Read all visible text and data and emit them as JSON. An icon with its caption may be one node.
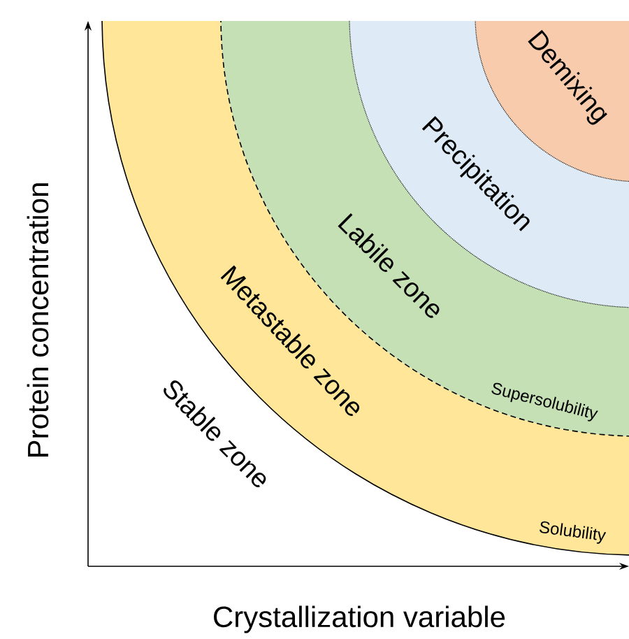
{
  "diagram": {
    "labels": [
      "Demixing",
      "Precipitation",
      "Labile zone",
      "Metastable zone",
      "Supersolubility",
      "Stable zone",
      "Solubility",
      "Protein concentration",
      "Crystallization variable"
    ]
  }
}
